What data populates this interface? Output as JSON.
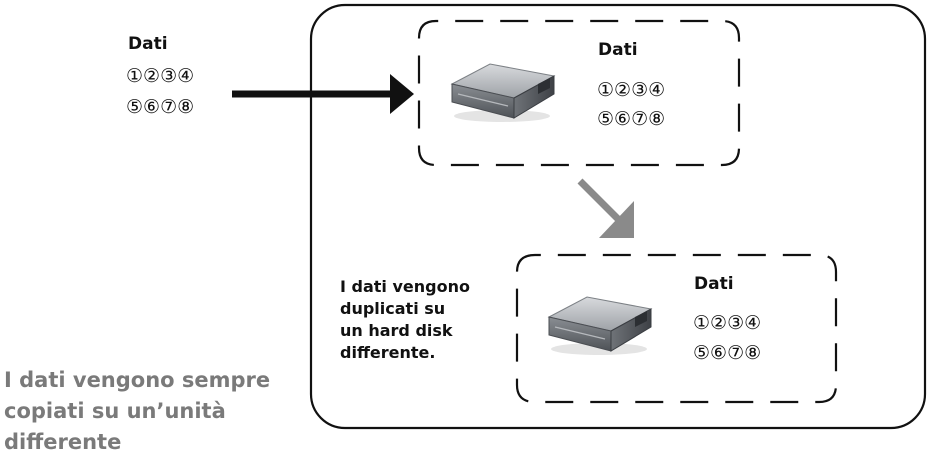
{
  "source": {
    "title": "Dati",
    "row1": "①②③④",
    "row2": "⑤⑥⑦⑧"
  },
  "disk1": {
    "title": "Dati",
    "row1": "①②③④",
    "row2": "⑤⑥⑦⑧"
  },
  "disk2": {
    "title": "Dati",
    "row1": "①②③④",
    "row2": "⑤⑥⑦⑧"
  },
  "duplicate_note": {
    "line1": "I dati vengono",
    "line2": "duplicati su",
    "line3": "un hard disk",
    "line4": "differente."
  },
  "caption": {
    "line1": "I dati vengono sempre",
    "line2": "copiati su un’unità",
    "line3": "differente"
  },
  "icons": {
    "drive": "hard-drive-icon",
    "arrow_main": "arrow-right-icon",
    "arrow_copy": "arrow-down-right-icon"
  },
  "colors": {
    "arrow_main": "#111111",
    "arrow_copy": "#8a8a8a",
    "caption": "#7a7a7a"
  }
}
